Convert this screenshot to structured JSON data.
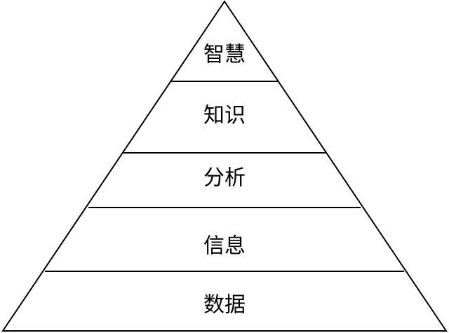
{
  "pyramid": {
    "layers": [
      {
        "label": "智慧"
      },
      {
        "label": "知识"
      },
      {
        "label": "分析"
      },
      {
        "label": "信息"
      },
      {
        "label": "数据"
      }
    ]
  }
}
